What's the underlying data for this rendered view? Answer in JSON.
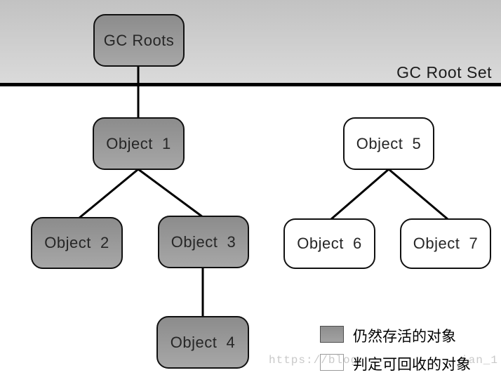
{
  "diagram": {
    "root_band_label": "GC Root Set",
    "nodes": [
      {
        "id": "gc-roots",
        "label": "GC Roots",
        "status": "alive"
      },
      {
        "id": "object-1",
        "label": "Object  1",
        "status": "alive"
      },
      {
        "id": "object-2",
        "label": "Object  2",
        "status": "alive"
      },
      {
        "id": "object-3",
        "label": "Object  3",
        "status": "alive"
      },
      {
        "id": "object-4",
        "label": "Object  4",
        "status": "alive"
      },
      {
        "id": "object-5",
        "label": "Object  5",
        "status": "reclaimable"
      },
      {
        "id": "object-6",
        "label": "Object  6",
        "status": "reclaimable"
      },
      {
        "id": "object-7",
        "label": "Object  7",
        "status": "reclaimable"
      }
    ],
    "edges": [
      {
        "from": "gc-roots",
        "to": "object-1"
      },
      {
        "from": "object-1",
        "to": "object-2"
      },
      {
        "from": "object-1",
        "to": "object-3"
      },
      {
        "from": "object-3",
        "to": "object-4"
      },
      {
        "from": "object-5",
        "to": "object-6"
      },
      {
        "from": "object-5",
        "to": "object-7"
      }
    ],
    "legend": [
      {
        "swatch": "alive",
        "label": "仍然存活的对象"
      },
      {
        "swatch": "reclaimable",
        "label": "判定可回收的对象"
      }
    ],
    "watermark": {
      "left_segment": "https://blog",
      "right_segment": "ian_1"
    },
    "colors": {
      "alive_fill_top": "#8c8c8c",
      "alive_fill_bottom": "#a7a7a7",
      "reclaimable_fill": "#ffffff",
      "band_top": "#c2c2c2",
      "band_bottom": "#dadada",
      "line": "#000000",
      "watermark": "#c9c9c9"
    }
  }
}
